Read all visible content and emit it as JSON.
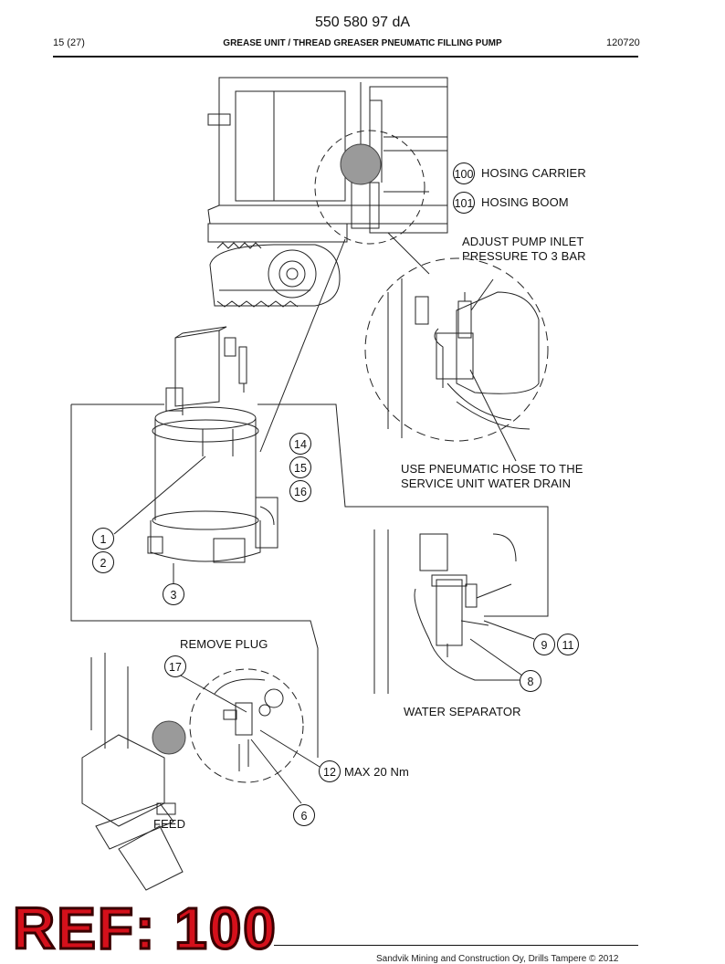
{
  "header": {
    "doc_number": "550 580 97 dA",
    "page": "15 (27)",
    "title": "GREASE UNIT / THREAD GREASER PNEUMATIC FILLING PUMP",
    "date_code": "120720"
  },
  "labels": {
    "hosing_carrier": "HOSING CARRIER",
    "hosing_boom": "HOSING BOOM",
    "adjust_pump_line1": "ADJUST PUMP INLET",
    "adjust_pump_line2": "PRESSURE TO 3 BAR",
    "use_hose_line1": "USE PNEUMATIC HOSE TO THE",
    "use_hose_line2": "SERVICE UNIT WATER DRAIN",
    "remove_plug": "REMOVE PLUG",
    "water_separator": "WATER SEPARATOR",
    "max_torque": "MAX 20 Nm",
    "feed": "FEED"
  },
  "callouts": {
    "c100": "100",
    "c101": "101",
    "c14": "14",
    "c15": "15",
    "c16": "16",
    "c1": "1",
    "c2": "2",
    "c3": "3",
    "c9": "9",
    "c11": "11",
    "c8": "8",
    "c17": "17",
    "c12": "12",
    "c6": "6"
  },
  "stamp": "REF: 100",
  "footer": "Sandvik Mining and Construction Oy, Drills Tampere © 2012"
}
